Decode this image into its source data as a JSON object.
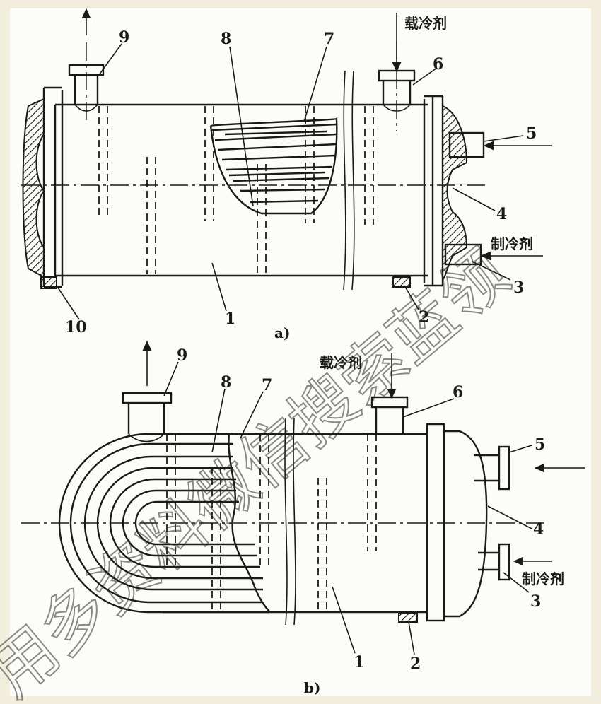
{
  "diagram_a": {
    "caption": "a)",
    "secondary_refrigerant": "载冷剂",
    "refrigerant": "制冷剂",
    "labels": {
      "n1": "1",
      "n2": "2",
      "n3": "3",
      "n4": "4",
      "n5": "5",
      "n6": "6",
      "n7": "7",
      "n8": "8",
      "n9": "9",
      "n10": "10"
    }
  },
  "diagram_b": {
    "caption": "b)",
    "secondary_refrigerant": "载冷剂",
    "refrigerant": "制冷剂",
    "labels": {
      "n1": "1",
      "n2": "2",
      "n3": "3",
      "n4": "4",
      "n5": "5",
      "n6": "6",
      "n7": "7",
      "n8": "8",
      "n9": "9"
    }
  },
  "watermark": "用多资料微信搜索蓝领"
}
